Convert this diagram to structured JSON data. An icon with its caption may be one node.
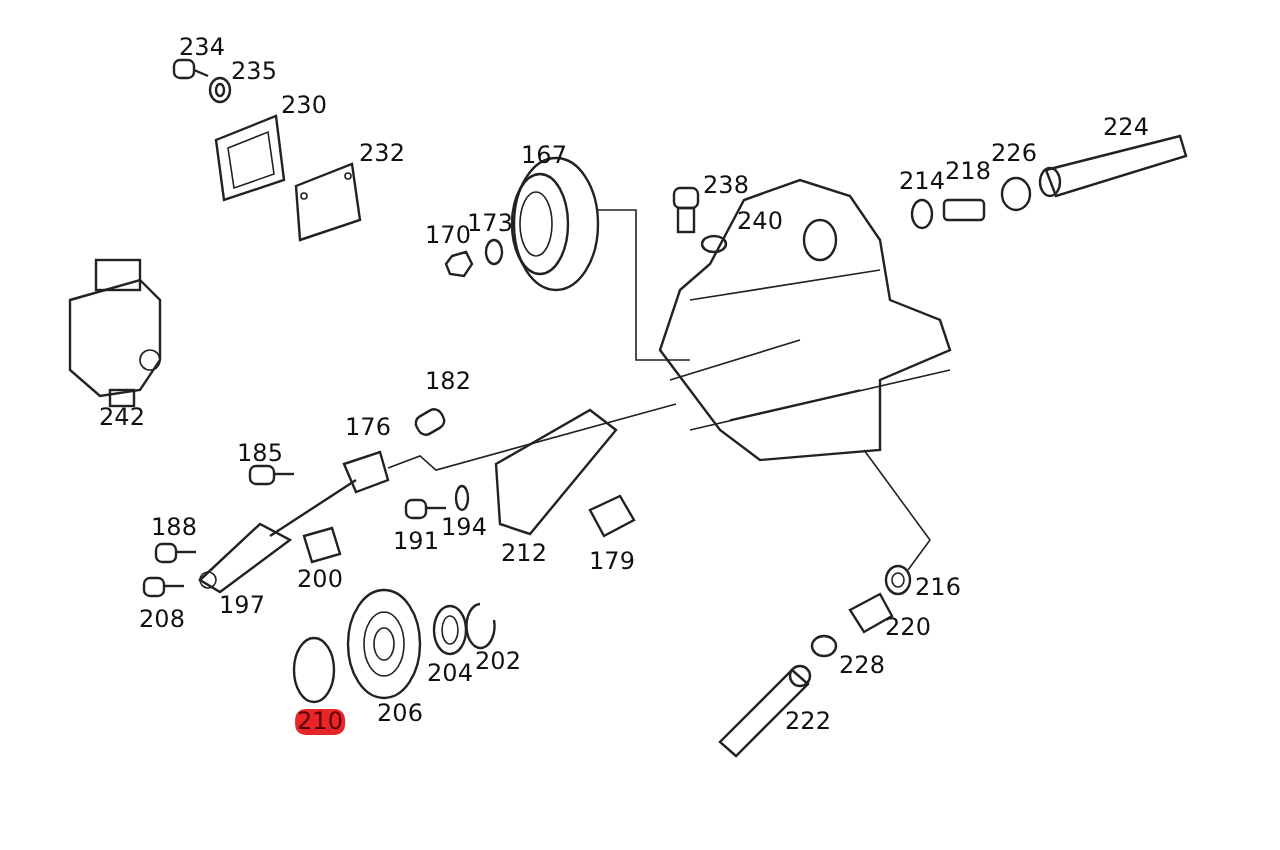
{
  "diagram": {
    "nodes": [
      {
        "text": [],
        "shape": "picture"
      },
      {
        "text": [],
        "shape": "picture"
      },
      {
        "text": [],
        "shape": "picture"
      },
      {
        "text": [],
        "shape": "picture"
      }
    ],
    "edges": [
      {
        "from": 0,
        "to": 1,
        "arrow": "none"
      },
      {
        "from": 2,
        "to": 0,
        "arrow": "none"
      },
      {
        "from": 0,
        "to": 3,
        "arrow": "none"
      }
    ],
    "labels": [
      "234",
      "235",
      "230",
      "232",
      "167",
      "238",
      "240",
      "214",
      "218",
      "226",
      "224",
      "170",
      "173",
      "242",
      "182",
      "176",
      "185",
      "188",
      "191",
      "194",
      "212",
      "179",
      "200",
      "197",
      "208",
      "216",
      "220",
      "202",
      "204",
      "228",
      "210",
      "206",
      "222"
    ]
  }
}
